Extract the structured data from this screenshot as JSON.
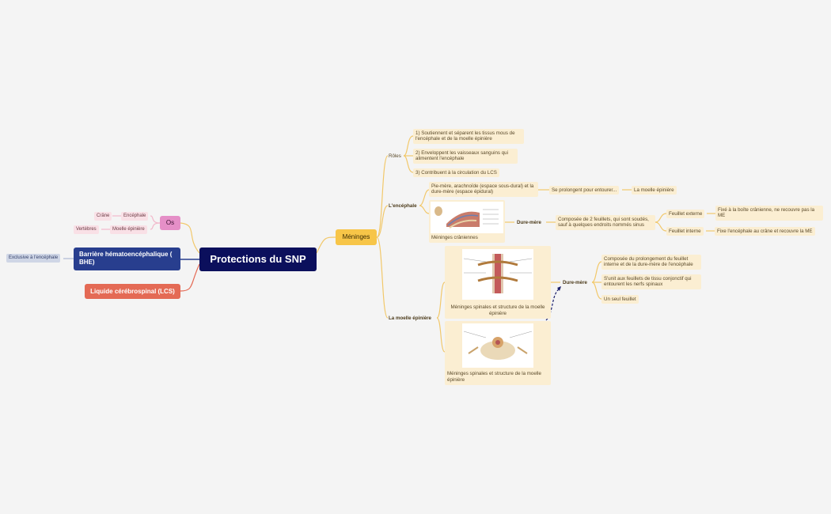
{
  "map": {
    "root": "Protections du SNP",
    "os": {
      "label": "Os",
      "branches": [
        {
          "label": "Encéphale",
          "child": "Crâne"
        },
        {
          "label": "Moelle épinière",
          "child": "Vertèbres"
        }
      ]
    },
    "bhe": {
      "label": "Barrière hématoencéphalique ( BHE)",
      "note": "Exclusive à l'encéphale"
    },
    "lcs": {
      "label": "Liquide cérébrospinal (LCS)"
    },
    "meninges": {
      "label": "Méninges",
      "roles": {
        "label": "Rôles",
        "items": [
          "1) Soutiennent et séparent les tissus mous de l'encéphale et de la moelle épinière",
          "2) Enveloppent les vaisseaux sanguins qui alimentent l'encéphale",
          "3) Contribuent à la circulation du LCS"
        ]
      },
      "encephale": {
        "label": "L'encéphale",
        "layers": "Pie-mère, arachnoïde (espace sous-dural) et la dure-mère (espace épidural)",
        "prolong": "Se prolongent pour entourer...",
        "prolong_target": "La moelle épinière",
        "image_caption": "Méninges crâniennes",
        "dure_mere": {
          "label": "Dure-mère",
          "desc": "Composée de 2 feuillets, qui sont soudés, sauf à quelques endroits nommés sinus",
          "externe": {
            "label": "Feuillet externe",
            "desc": "Fixé à la boîte crânienne, ne recouvre pas la ME"
          },
          "interne": {
            "label": "Feuillet interne",
            "desc": "Fixe l'encéphale au crâne et recouvre la ME"
          }
        }
      },
      "moelle": {
        "label": "La moelle épinière",
        "image1_caption": "Méninges spinales et structure de la moelle épinière",
        "image2_caption": "Méninges spinales et structure de la moelle épinière",
        "dure_mere": {
          "label": "Dure-mère",
          "items": [
            "Composée du prolongement du feuillet interne et de la dure-mère de l'encéphale",
            "S'unit aux feuillets de tissu conjonctif qui entourent les nerfs spinaux",
            "Un seul feuillet"
          ]
        }
      }
    }
  },
  "colors": {
    "background": "#f4f4f4",
    "root": "#0b0f5c",
    "meninges": "#f7c548",
    "os": "#e58fc7",
    "bhe": "#283e8e",
    "lcs": "#e46a55",
    "leaf_beige": "#fbeed2",
    "line": "#f2c86a"
  }
}
